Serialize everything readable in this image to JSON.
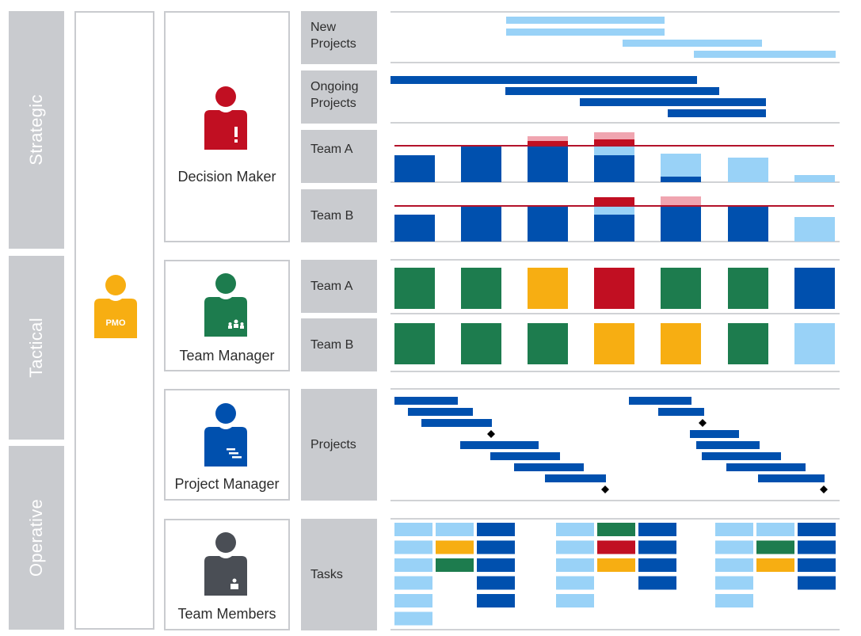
{
  "levels": [
    {
      "label": "Strategic"
    },
    {
      "label": "Tactical"
    },
    {
      "label": "Operative"
    }
  ],
  "pmo": {
    "badge": "PMO",
    "color": "#f7ae12"
  },
  "roles": [
    {
      "name": "Decision Maker",
      "color": "#c10f22",
      "icon": "person-alert-icon"
    },
    {
      "name": "Team Manager",
      "color": "#1d7c4e",
      "icon": "person-team-icon"
    },
    {
      "name": "Project Manager",
      "color": "#0050ae",
      "icon": "person-gantt-icon"
    },
    {
      "name": "Team Members",
      "color": "#4a4e55",
      "icon": "person-badge-icon"
    }
  ],
  "rows": [
    {
      "label": "New\nProjects"
    },
    {
      "label": "Ongoing\nProjects"
    },
    {
      "label": "Team A"
    },
    {
      "label": "Team B"
    },
    {
      "label": "Team A"
    },
    {
      "label": "Team B"
    },
    {
      "label": "Projects"
    },
    {
      "label": "Tasks"
    }
  ],
  "colors": {
    "dark_blue": "#0050ae",
    "light_blue": "#99d2f7",
    "red": "#c10f22",
    "pink": "#f0a5b0",
    "green": "#1d7c4e",
    "amber": "#f7ae12",
    "capacity_line": "#b3122a",
    "milestone": "#000000"
  },
  "status_grid": {
    "team_a": [
      "green",
      "green",
      "amber",
      "red",
      "green",
      "green",
      "dark_blue"
    ],
    "team_b": [
      "green",
      "green",
      "green",
      "amber",
      "amber",
      "green",
      "light_blue"
    ]
  },
  "task_grid": [
    [
      [
        "light_blue",
        "light_blue",
        "light_blue",
        "light_blue",
        "light_blue",
        "light_blue"
      ],
      [
        "light_blue",
        "amber",
        "green"
      ],
      [
        "dark_blue",
        "dark_blue",
        "dark_blue",
        "dark_blue",
        "dark_blue"
      ]
    ],
    [
      [
        "light_blue",
        "light_blue",
        "light_blue",
        "light_blue",
        "light_blue"
      ],
      [
        "green",
        "red",
        "amber"
      ],
      [
        "dark_blue",
        "dark_blue",
        "dark_blue",
        "dark_blue"
      ]
    ],
    [
      [
        "light_blue",
        "light_blue",
        "light_blue",
        "light_blue",
        "light_blue"
      ],
      [
        "light_blue",
        "green",
        "amber"
      ],
      [
        "dark_blue",
        "dark_blue",
        "dark_blue",
        "dark_blue"
      ]
    ]
  ]
}
